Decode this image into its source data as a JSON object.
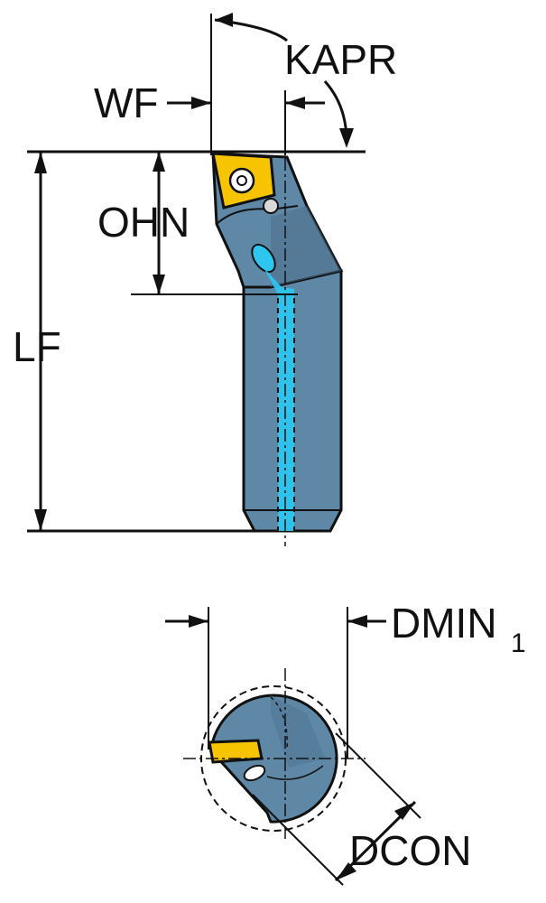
{
  "labels": {
    "kapr": "KAPR",
    "wf": "WF",
    "ohn": "OHN",
    "lf": "LF",
    "dmin": "DMIN",
    "dmin_sub": "1",
    "dcon": "DCON"
  },
  "colors": {
    "body": "#5f88a7",
    "body_dark": "#4b6f8b",
    "insert": "#f6c400",
    "coolant": "#2cc6ee",
    "line": "#111111"
  }
}
